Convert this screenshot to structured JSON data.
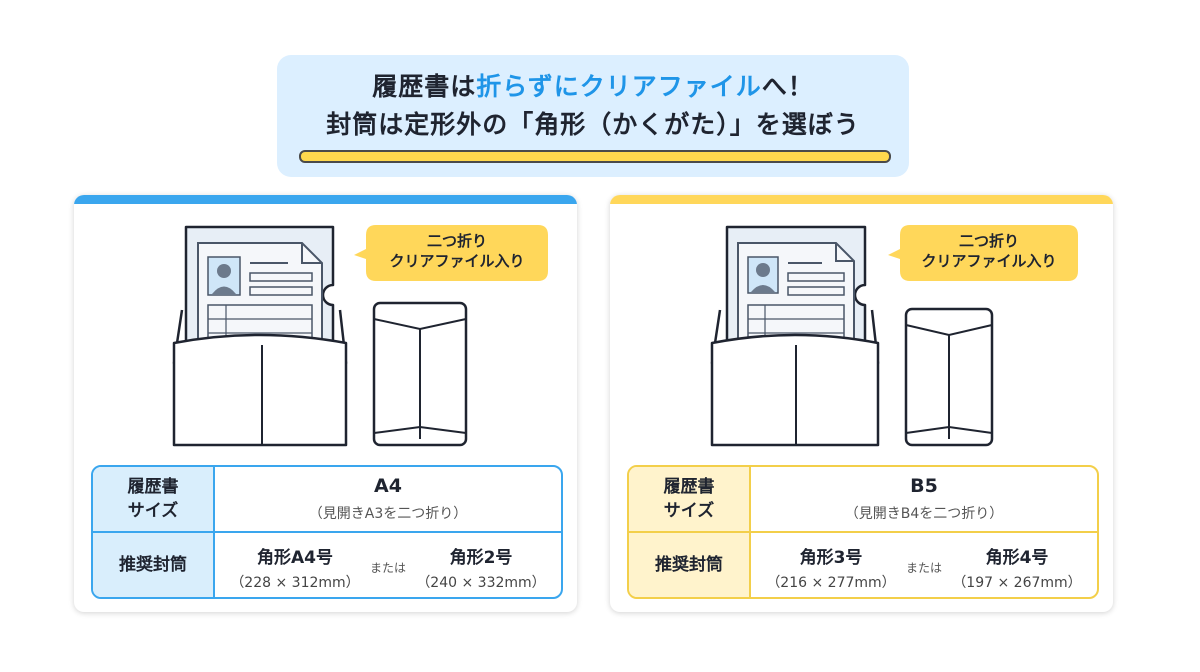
{
  "banner": {
    "line1_pre": "履歴書は",
    "line1_highlight": "折らずにクリアファイル",
    "line1_post": "へ！",
    "line2": "封筒は定形外の「角形（かくがた）」を選ぼう"
  },
  "cards": [
    {
      "bubble_line1": "二つ折り",
      "bubble_line2": "クリアファイル入り",
      "resume_size_header_line1": "履歴書",
      "resume_size_header_line2": "サイズ",
      "resume_size": "A4",
      "resume_size_note": "（見開きA3を二つ折り）",
      "envelope_header": "推奨封筒",
      "envelope_1_name": "角形A4号",
      "envelope_1_dims": "（228 × 312mm）",
      "or_text": "または",
      "envelope_2_name": "角形2号",
      "envelope_2_dims": "（240 × 332mm）",
      "accent_color": "#3aa6ee"
    },
    {
      "bubble_line1": "二つ折り",
      "bubble_line2": "クリアファイル入り",
      "resume_size_header_line1": "履歴書",
      "resume_size_header_line2": "サイズ",
      "resume_size": "B5",
      "resume_size_note": "（見開きB4を二つ折り）",
      "envelope_header": "推奨封筒",
      "envelope_1_name": "角形3号",
      "envelope_1_dims": "（216 × 277mm）",
      "or_text": "または",
      "envelope_2_name": "角形4号",
      "envelope_2_dims": "（197 × 267mm）",
      "accent_color": "#ffd75a"
    }
  ],
  "icons": [
    "clear-file-icon",
    "resume-icon",
    "person-photo-icon",
    "envelope-open-icon",
    "envelope-closed-icon",
    "speech-bubble-icon"
  ]
}
